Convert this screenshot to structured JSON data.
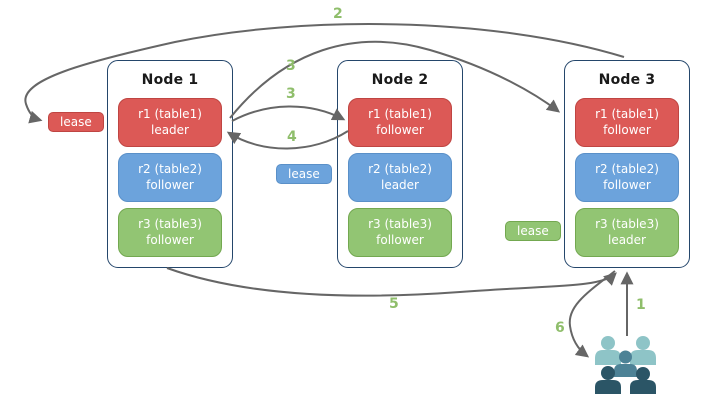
{
  "nodes": [
    {
      "title": "Node 1",
      "replicas": [
        {
          "name": "r1 (table1)",
          "role": "leader",
          "color": "red"
        },
        {
          "name": "r2 (table2)",
          "role": "follower",
          "color": "blue"
        },
        {
          "name": "r3 (table3)",
          "role": "follower",
          "color": "green"
        }
      ]
    },
    {
      "title": "Node 2",
      "replicas": [
        {
          "name": "r1 (table1)",
          "role": "follower",
          "color": "red"
        },
        {
          "name": "r2 (table2)",
          "role": "leader",
          "color": "blue"
        },
        {
          "name": "r3 (table3)",
          "role": "follower",
          "color": "green"
        }
      ]
    },
    {
      "title": "Node 3",
      "replicas": [
        {
          "name": "r1 (table1)",
          "role": "follower",
          "color": "red"
        },
        {
          "name": "r2 (table2)",
          "role": "follower",
          "color": "blue"
        },
        {
          "name": "r3 (table3)",
          "role": "leader",
          "color": "green"
        }
      ]
    }
  ],
  "leases": [
    {
      "label": "lease",
      "color": "red"
    },
    {
      "label": "lease",
      "color": "blue"
    },
    {
      "label": "lease",
      "color": "green"
    }
  ],
  "steps": {
    "step1": "1",
    "step2": "2",
    "step3_to_node3": "3",
    "step3_to_node2": "3",
    "step4": "4",
    "step5": "5",
    "step6": "6"
  },
  "icons": {
    "users": "users-icon"
  },
  "colors": {
    "red_fill": "#dc5956",
    "red_border": "#bf4542",
    "blue_fill": "#6ca3dc",
    "blue_border": "#5a90c8",
    "green_fill": "#92c573",
    "green_border": "#73a850",
    "node_border": "#24466b",
    "arrow": "#666666",
    "step_label": "#8fbe6b",
    "users_light": "#8ec4c7",
    "users_mid": "#4d8296",
    "users_dark": "#2b5566"
  }
}
